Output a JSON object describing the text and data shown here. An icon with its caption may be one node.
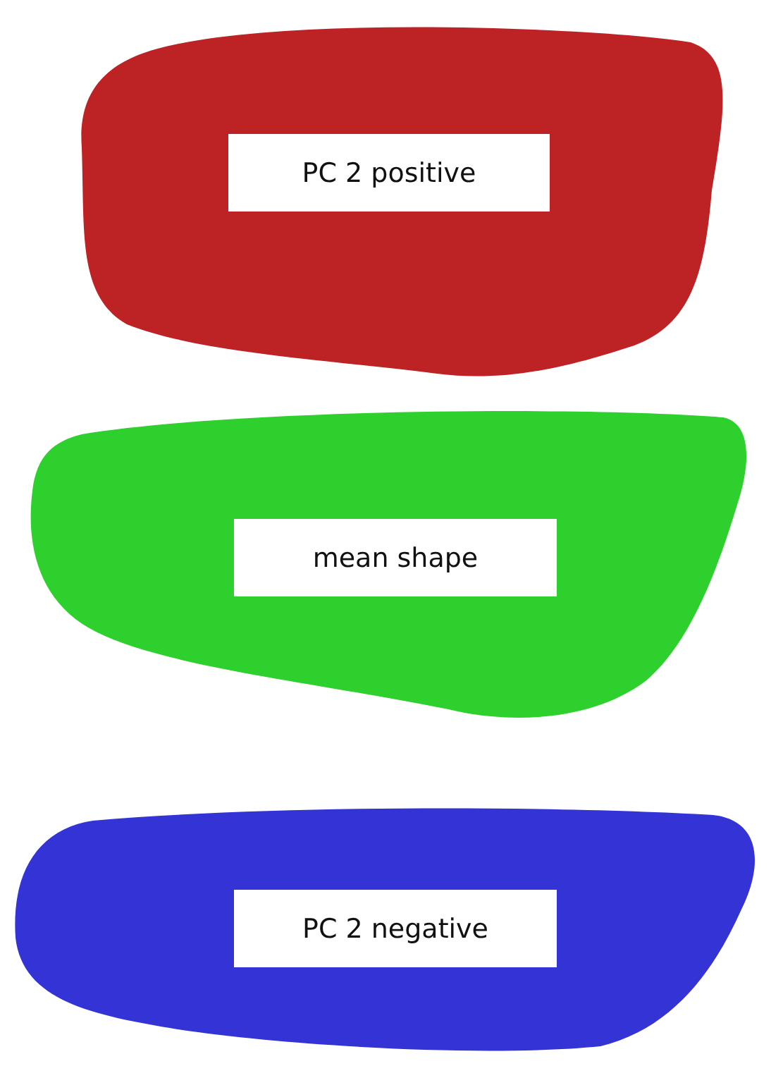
{
  "diagram": {
    "nodes": [
      {
        "text": [
          "PC 2 positive"
        ]
      },
      {
        "text": [
          "mean shape"
        ]
      },
      {
        "text": [
          "PC 2 negative"
        ]
      }
    ]
  }
}
